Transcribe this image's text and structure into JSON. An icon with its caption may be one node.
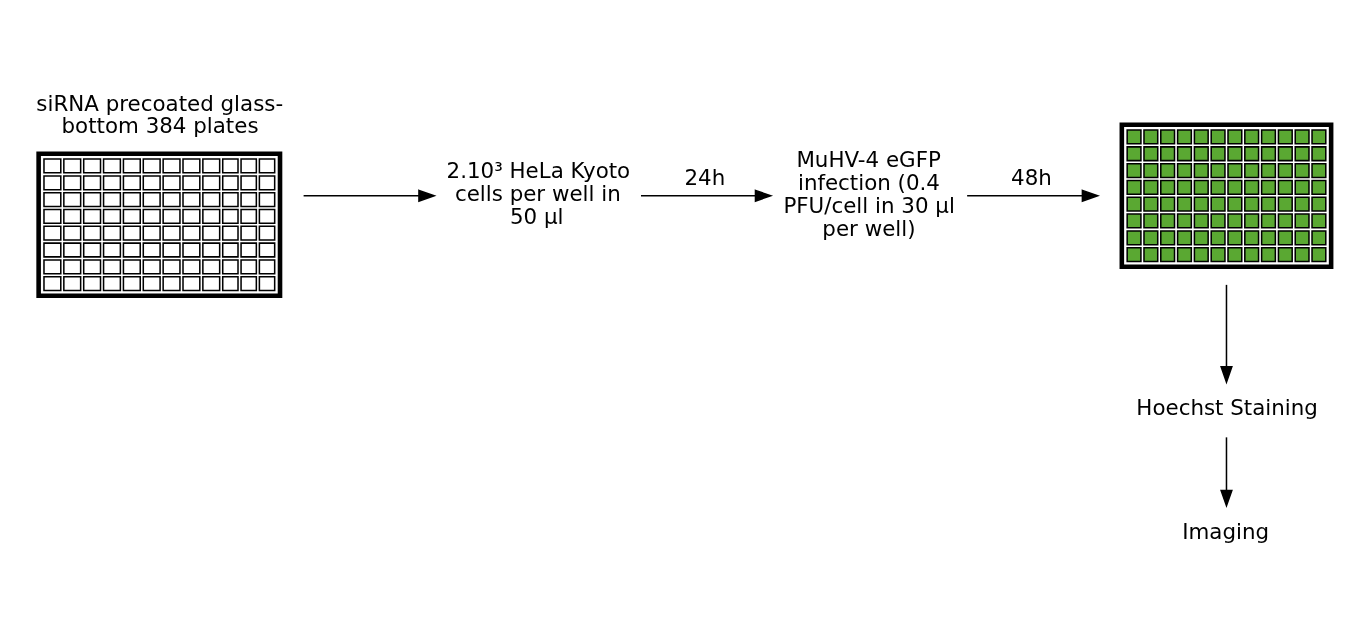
{
  "diagram": {
    "nodes": [
      {
        "text": [
          "siRNA precoated glass-bottom 384 plates"
        ]
      },
      {
        "text": [
          "2.10³ HeLa Kyoto cells per well in 50 µl"
        ]
      },
      {
        "text": [
          "MuHV-4 eGFP infection (0.4 PFU/cell in 30 µl per well)"
        ]
      },
      {
        "text": [],
        "shape": "picture"
      },
      {
        "text": [
          "Hoechst Staining"
        ]
      },
      {
        "text": [
          "Imaging"
        ]
      }
    ],
    "edges": [
      {
        "from": 0,
        "to": 1,
        "arrow": "to"
      },
      {
        "from": 1,
        "to": 2,
        "arrow": "to",
        "label": "24h"
      },
      {
        "from": 2,
        "to": 3,
        "arrow": "to",
        "label": "48h"
      },
      {
        "from": 3,
        "to": 4,
        "arrow": "to"
      },
      {
        "from": 4,
        "to": 5,
        "arrow": "to"
      }
    ]
  }
}
